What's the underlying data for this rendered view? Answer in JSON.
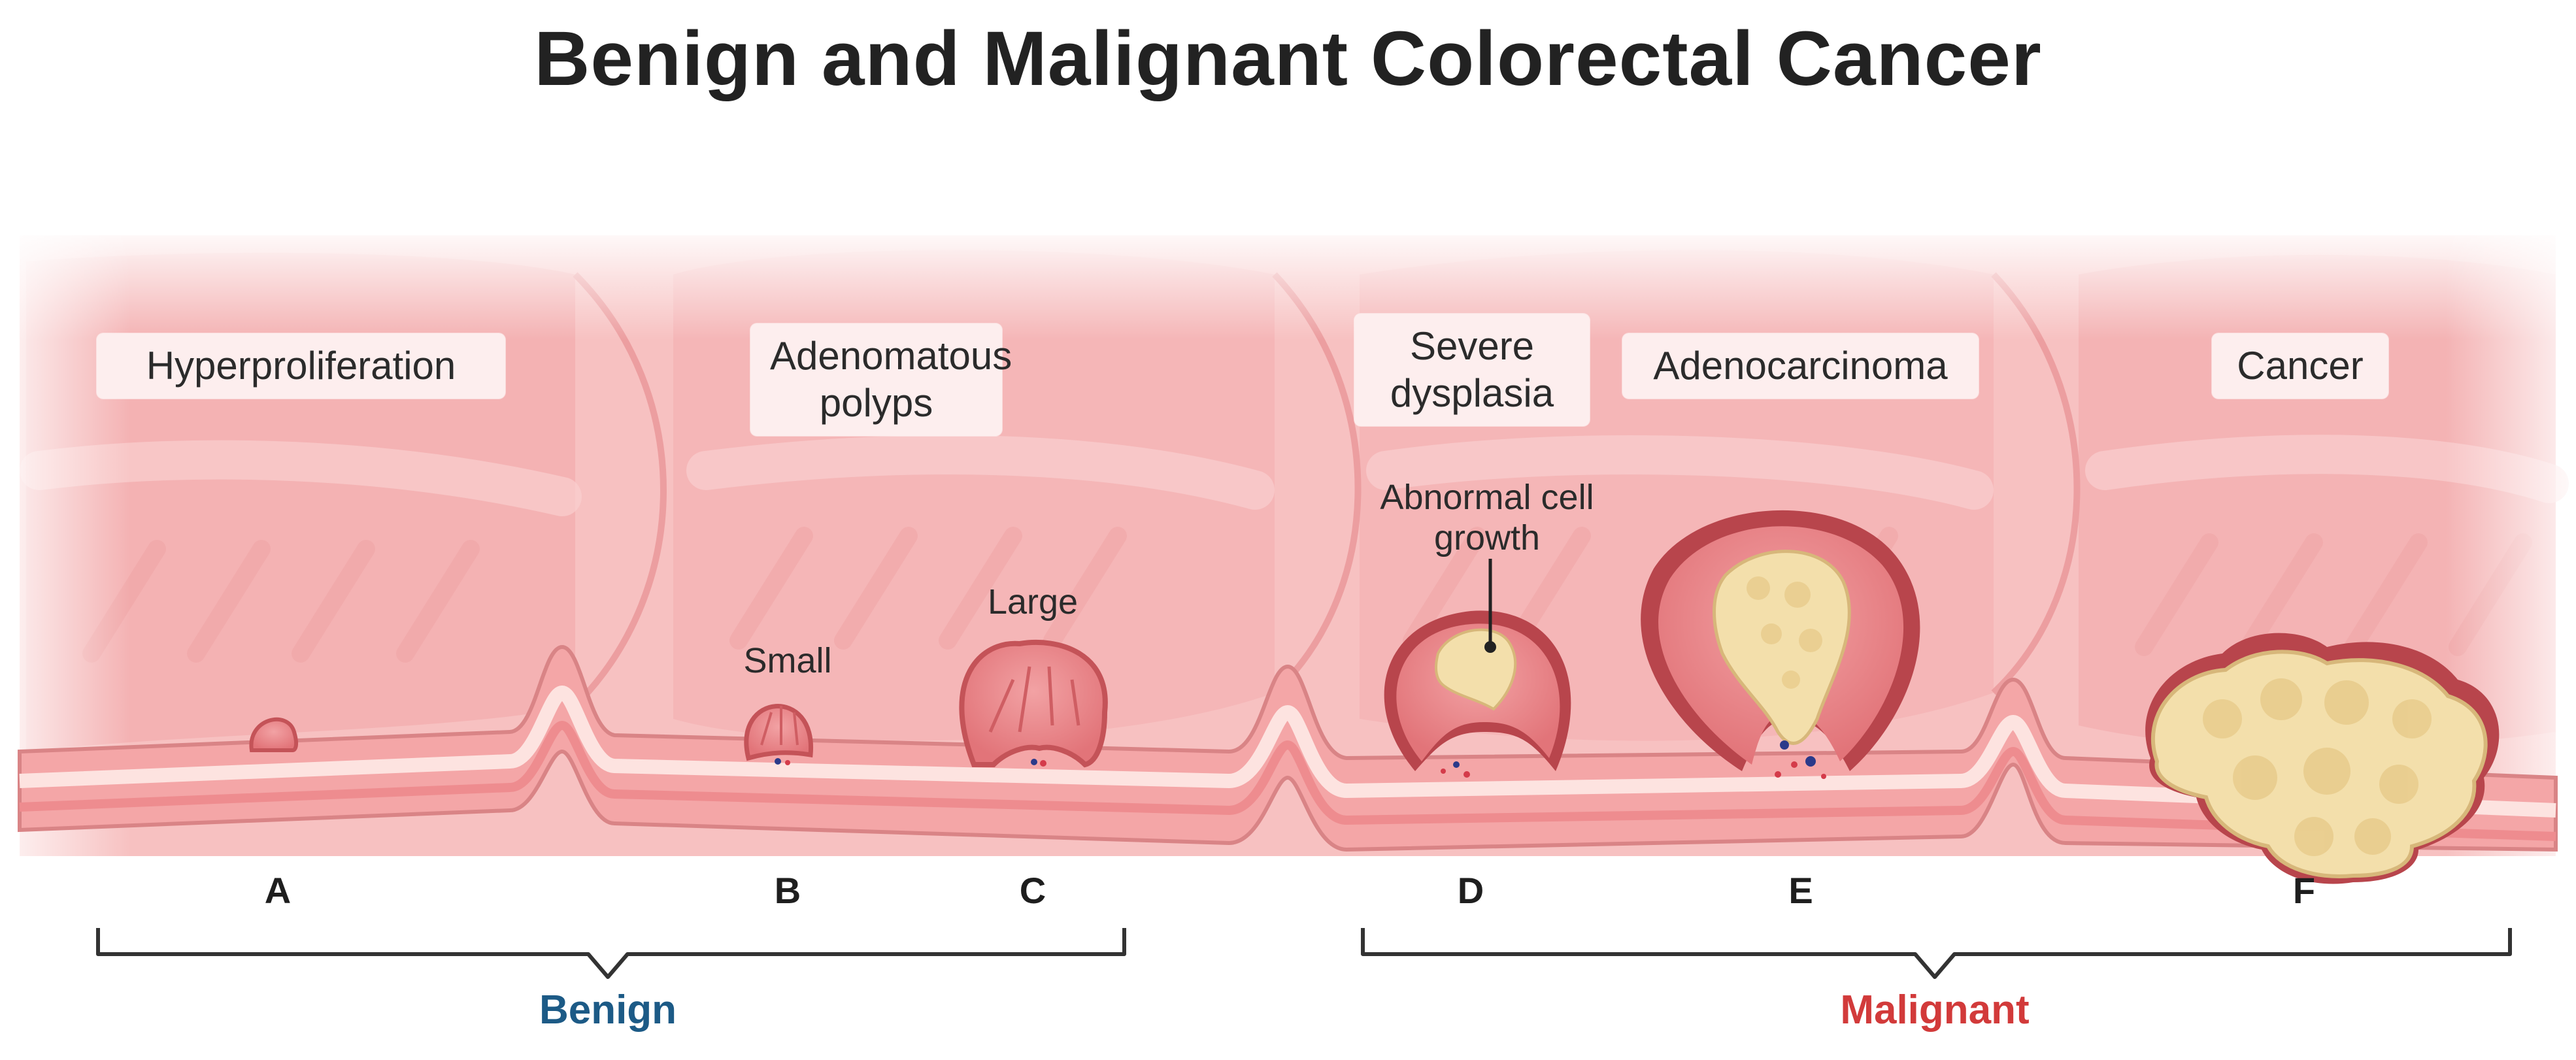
{
  "title": "Benign and Malignant Colorectal Cancer",
  "stages": [
    {
      "label": "Hyperproliferation"
    },
    {
      "label": "Adenomatous polyps"
    },
    {
      "label": "Severe dysplasia"
    },
    {
      "label": "Adenocarcinoma"
    },
    {
      "label": "Cancer"
    }
  ],
  "annotations": {
    "small": "Small",
    "large": "Large",
    "abnormal": "Abnormal cell growth"
  },
  "letters": [
    "A",
    "B",
    "C",
    "D",
    "E",
    "F"
  ],
  "groups": {
    "benign": {
      "label": "Benign",
      "color": "#1c5a86"
    },
    "malignant": {
      "label": "Malignant",
      "color": "#d23a3a"
    }
  },
  "colors": {
    "tissue": "#f6b9b9",
    "fold_dark": "#e89c9c",
    "polyp": "#e7767a",
    "polyp_dark": "#c9555b",
    "tumor": "#f3dfab",
    "bracket": "#333333"
  }
}
